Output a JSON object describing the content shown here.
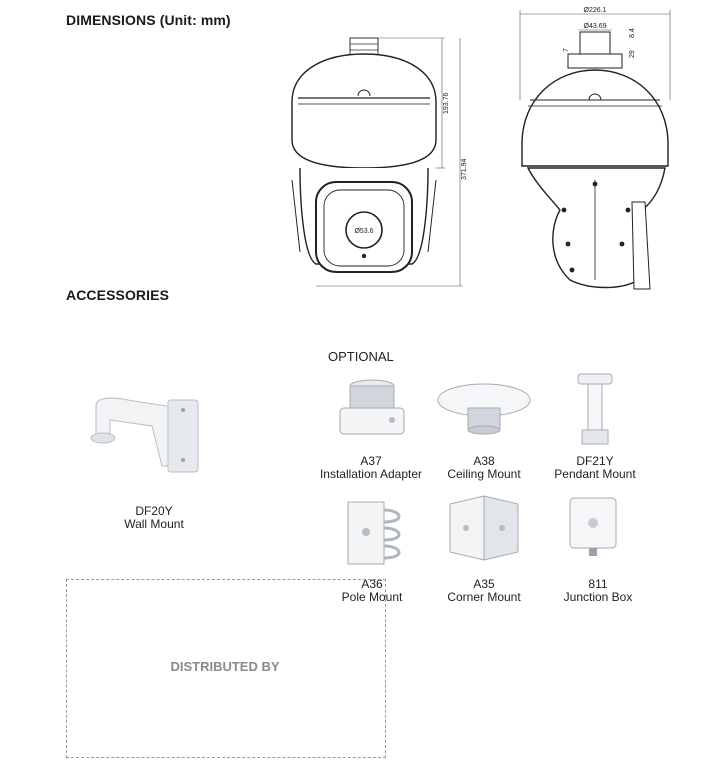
{
  "dimensions": {
    "heading": "DIMENSIONS",
    "unit": "(Unit: mm)",
    "front": {
      "lens_diameter": "Ø53.6",
      "upper_height": "193.76",
      "total_height": "371.94"
    },
    "side": {
      "outer_diameter": "Ø226.1",
      "mount_diameter": "Ø43.69",
      "d1": "8.4",
      "d2": "29",
      "d3": "7"
    }
  },
  "accessories": {
    "heading": "ACCESSORIES",
    "optional_label": "OPTIONAL",
    "standard": [
      {
        "code": "DF20Y",
        "name": "Wall Mount"
      }
    ],
    "optional": [
      {
        "code": "A37",
        "name": "Installation Adapter"
      },
      {
        "code": "A38",
        "name": "Ceiling Mount"
      },
      {
        "code": "DF21Y",
        "name": "Pendant Mount"
      },
      {
        "code": "A36",
        "name": "Pole Mount"
      },
      {
        "code": "A35",
        "name": "Corner Mount"
      },
      {
        "code": "811",
        "name": "Junction Box"
      }
    ]
  },
  "distributed": {
    "label": "DISTRIBUTED BY"
  }
}
